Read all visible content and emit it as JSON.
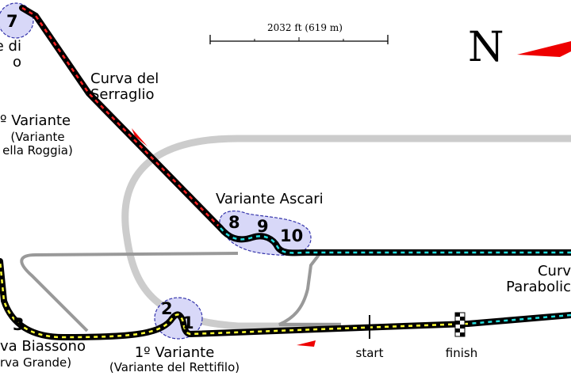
{
  "scale": {
    "label": "2032 ft (619 m)"
  },
  "compass": {
    "north_label": "N"
  },
  "corners": {
    "c1": "1",
    "c2": "2",
    "c3": "3",
    "c7": "7",
    "c8": "8",
    "c9": "9",
    "c10": "10"
  },
  "labels": {
    "lesmo_partial": "e di\no",
    "curva_del_serraglio": "Curva del\nSerraglio",
    "variante_roggia_top": "º Variante",
    "variante_roggia_sub": "(Variante\nella Roggia)",
    "variante_ascari": "Variante Ascari",
    "curva_parabolica": "Curv\nParabolic",
    "curva_biassono_top": "va Biassono",
    "curva_biassono_sub": "rva Grande)",
    "prima_variante": "1º Variante",
    "variante_rettifilo": "(Variante del Rettifilo)",
    "start": "start",
    "finish": "finish"
  },
  "colors": {
    "track": "#000000",
    "sector1_dash": "#ffff33",
    "sector2_dash": "#ff2222",
    "sector3_dash": "#22dddd",
    "old_oval": "#cccccc",
    "old_road": "#999999",
    "corner_zone": "#d8d8f8",
    "corner_zone_border": "#3333aa",
    "arrow": "#ee0000"
  }
}
